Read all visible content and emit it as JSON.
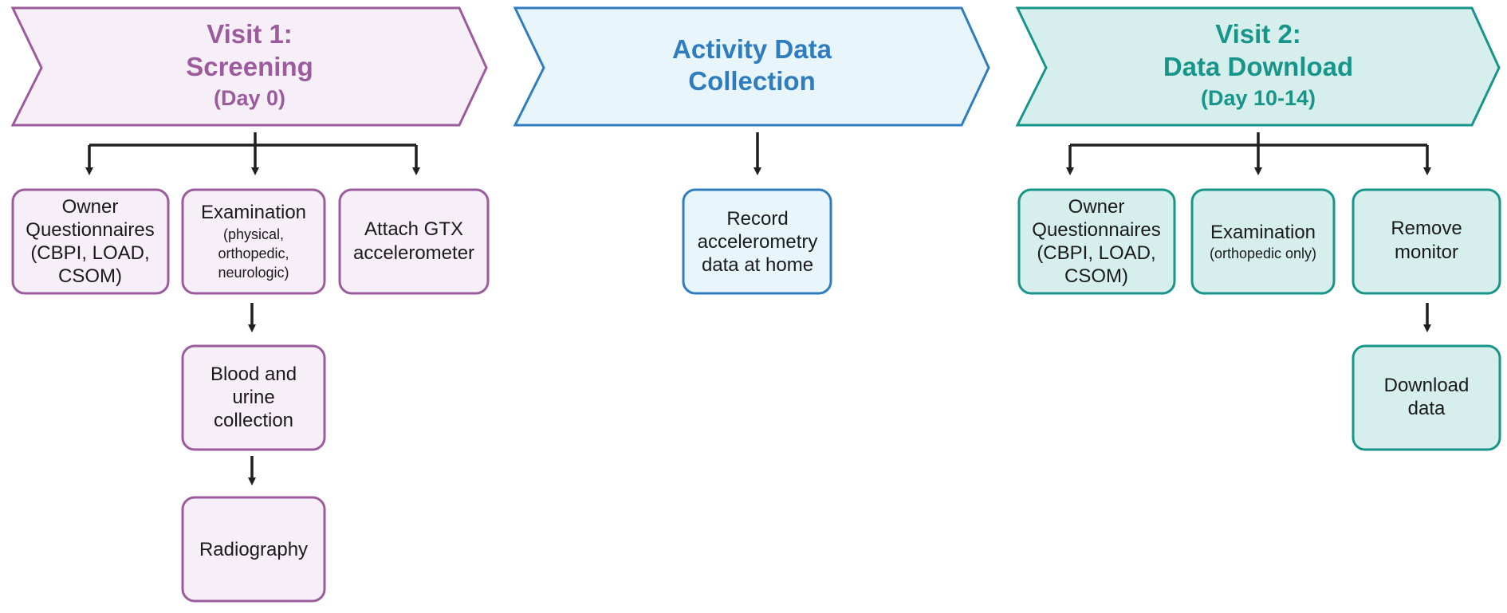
{
  "colors": {
    "visit1_stroke": "#9b5b9d",
    "visit1_fill": "#f6eff7",
    "visit1_text": "#9b5b9d",
    "activity_stroke": "#2f7cbf",
    "activity_fill": "#e8f6fc",
    "activity_text": "#2f7cbf",
    "visit2_stroke": "#17958a",
    "visit2_fill": "#d6efec",
    "visit2_text": "#17958a",
    "arrow": "#1f1f1f",
    "node_text": "#1a1a1a"
  },
  "phases": {
    "visit1": {
      "line1": "Visit 1:",
      "line2": "Screening",
      "line3": "(Day 0)"
    },
    "activity": {
      "line1": "Activity Data",
      "line2": "Collection"
    },
    "visit2": {
      "line1": "Visit 2:",
      "line2": "Data Download",
      "line3": "(Day 10-14)"
    }
  },
  "visit1_nodes": {
    "questionnaires": {
      "l1": "Owner",
      "l2": "Questionnaires",
      "l3": "(CBPI, LOAD,",
      "l4": "CSOM)"
    },
    "examination": {
      "l1": "Examination",
      "l2": "(physical,",
      "l3": "orthopedic,",
      "l4": "neurologic)"
    },
    "attach": {
      "l1": "Attach GTX",
      "l2": "accelerometer"
    },
    "blood": {
      "l1": "Blood and",
      "l2": "urine",
      "l3": "collection"
    },
    "radiography": {
      "l1": "Radiography"
    }
  },
  "activity_nodes": {
    "record": {
      "l1": "Record",
      "l2": "accelerometry",
      "l3": "data at home"
    }
  },
  "visit2_nodes": {
    "questionnaires": {
      "l1": "Owner",
      "l2": "Questionnaires",
      "l3": "(CBPI, LOAD,",
      "l4": "CSOM)"
    },
    "examination": {
      "l1": "Examination",
      "l2": "(orthopedic only)"
    },
    "remove": {
      "l1": "Remove",
      "l2": "monitor"
    },
    "download": {
      "l1": "Download",
      "l2": "data"
    }
  }
}
